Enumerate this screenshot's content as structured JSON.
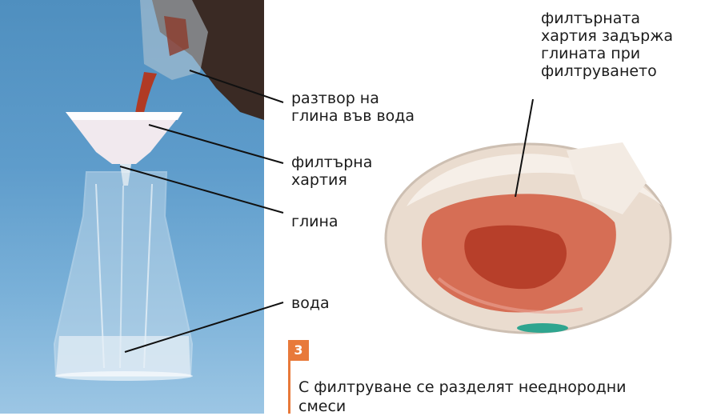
{
  "labels": {
    "solution": "разтвор на\nглина във вода",
    "filter_paper": "филтърна\nхартия",
    "clay": "глина",
    "water": "вода",
    "retained": "филтърната\nхартия задържа\nглината при\nфилтруването"
  },
  "figure_number": "3",
  "caption": "С филтруване се разделят нееднородни смеси",
  "colors": {
    "accent": "#e8793a",
    "sky": "#5e9ccb",
    "clay": "#c9442f"
  }
}
